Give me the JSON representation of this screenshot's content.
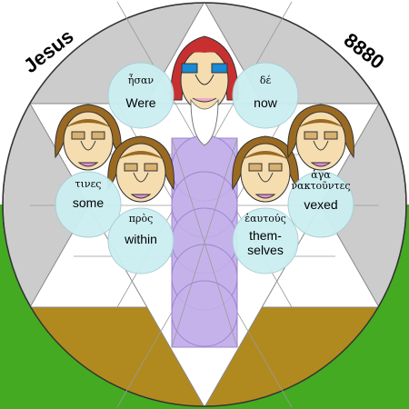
{
  "title_left": "Jesus",
  "title_right": "8880",
  "colors": {
    "sky": "#ffffff",
    "ground": "#44aa22",
    "disk": "#cccccc",
    "triangle_brown": "#b08a1e",
    "bubble": "#cceff2",
    "lilac": "#c6b2ea",
    "hair_red": "#c83030",
    "hair_brown": "#9a6a22",
    "skin": "#f5ddb0",
    "eyes": "#1a8ad4"
  },
  "words": [
    {
      "greek": "ἦσαν",
      "english": "Were"
    },
    {
      "greek": "δέ",
      "english": "now"
    },
    {
      "greek": "τινες",
      "english": "some"
    },
    {
      "greek": "πρὸς",
      "english": "within"
    },
    {
      "greek": "ἑαυτούς",
      "english": "them-",
      "english2": "selves"
    },
    {
      "greek": "ἀγα",
      "greek2": "νακτοῦντες",
      "english": "vexed"
    }
  ]
}
